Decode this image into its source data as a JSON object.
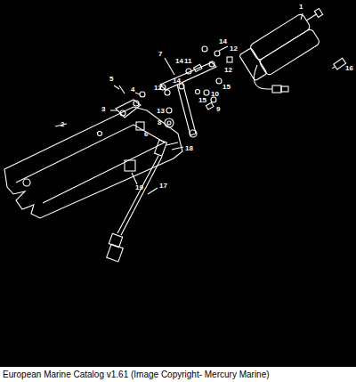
{
  "diagram": {
    "caption": "European Marine Catalog v1.61 (Image Copyright- Mercury Marine)",
    "labels": [
      "1",
      "16",
      "14",
      "12",
      "7",
      "14",
      "11",
      "12",
      "14",
      "12",
      "15",
      "10",
      "15",
      "9",
      "5",
      "4",
      "3",
      "13",
      "8",
      "6",
      "2",
      "18",
      "17",
      "19"
    ]
  }
}
